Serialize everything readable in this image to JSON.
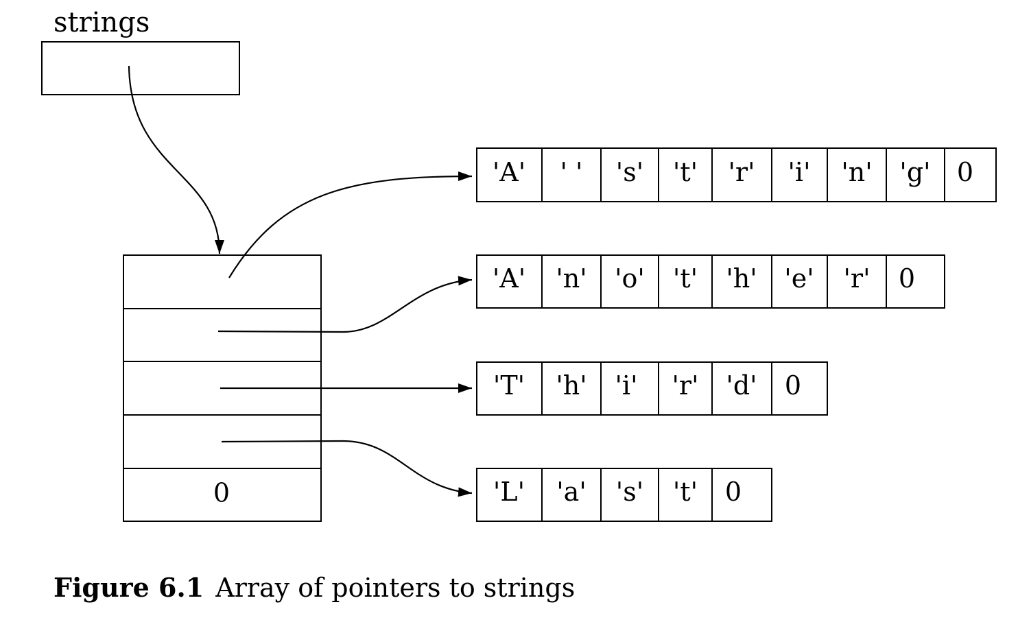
{
  "variable": {
    "label": "strings"
  },
  "pointer_array": {
    "cells": [
      "",
      "",
      "",
      "",
      "0"
    ]
  },
  "char_arrays": [
    {
      "cells": [
        "'A'",
        "' '",
        "'s'",
        "'t'",
        "'r'",
        "'i'",
        "'n'",
        "'g'",
        "0"
      ]
    },
    {
      "cells": [
        "'A'",
        "'n'",
        "'o'",
        "'t'",
        "'h'",
        "'e'",
        "'r'",
        "0"
      ]
    },
    {
      "cells": [
        "'T'",
        "'h'",
        "'i'",
        "'r'",
        "'d'",
        "0"
      ]
    },
    {
      "cells": [
        "'L'",
        "'a'",
        "'s'",
        "'t'",
        "0"
      ]
    }
  ],
  "caption": {
    "figure_label": "Figure 6.1",
    "text": "Array of pointers to strings"
  },
  "colors": {
    "stroke": "#000000",
    "background": "#ffffff"
  }
}
